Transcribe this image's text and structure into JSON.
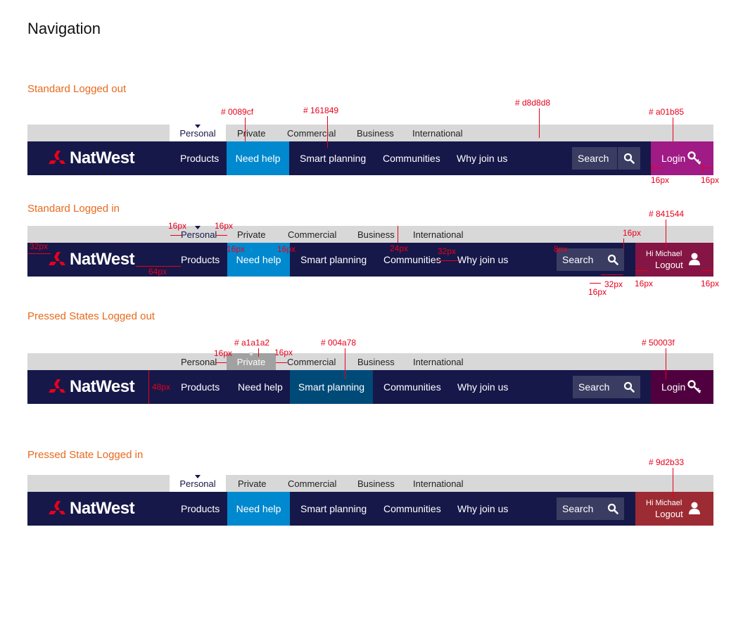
{
  "page_title": "Navigation",
  "sections": {
    "standard_logged_out": "Standard Logged out",
    "standard_logged_in": "Standard Logged in",
    "pressed_logged_out": "Pressed States Logged out",
    "pressed_logged_in": "Pressed State Logged in"
  },
  "tabs": [
    "Personal",
    "Private",
    "Commercial",
    "Business",
    "International"
  ],
  "brand": "NatWest",
  "nav": [
    "Products",
    "Need help",
    "Smart planning",
    "Communities",
    "Why join us"
  ],
  "search_label": "Search",
  "login_label": "Login",
  "user_greeting": "Hi Michael",
  "logout_label": "Logout",
  "colors": {
    "need_help": "#0089cf",
    "navy": "#161849",
    "strip": "#d8d8d8",
    "login": "#a01b85",
    "logged_in": "#841544",
    "pressed_tab": "#a1a1a2",
    "pressed_nav": "#004a78",
    "pressed_login": "#50003f",
    "pressed_logged_in": "#9d2b33"
  },
  "annotations": {
    "c_0089cf": "# 0089cf",
    "c_161849": "# 161849",
    "c_d8d8d8": "# d8d8d8",
    "c_a01b85": "# a01b85",
    "c_841544": "# 841544",
    "c_a1a1a2": "# a1a1a2",
    "c_004a78": "# 004a78",
    "c_50003f": "# 50003f",
    "c_9d2b33": "# 9d2b33",
    "px16": "16px",
    "px24": "24px",
    "px32": "32px",
    "px64": "64px",
    "px8": "8px",
    "px48": "48px"
  }
}
